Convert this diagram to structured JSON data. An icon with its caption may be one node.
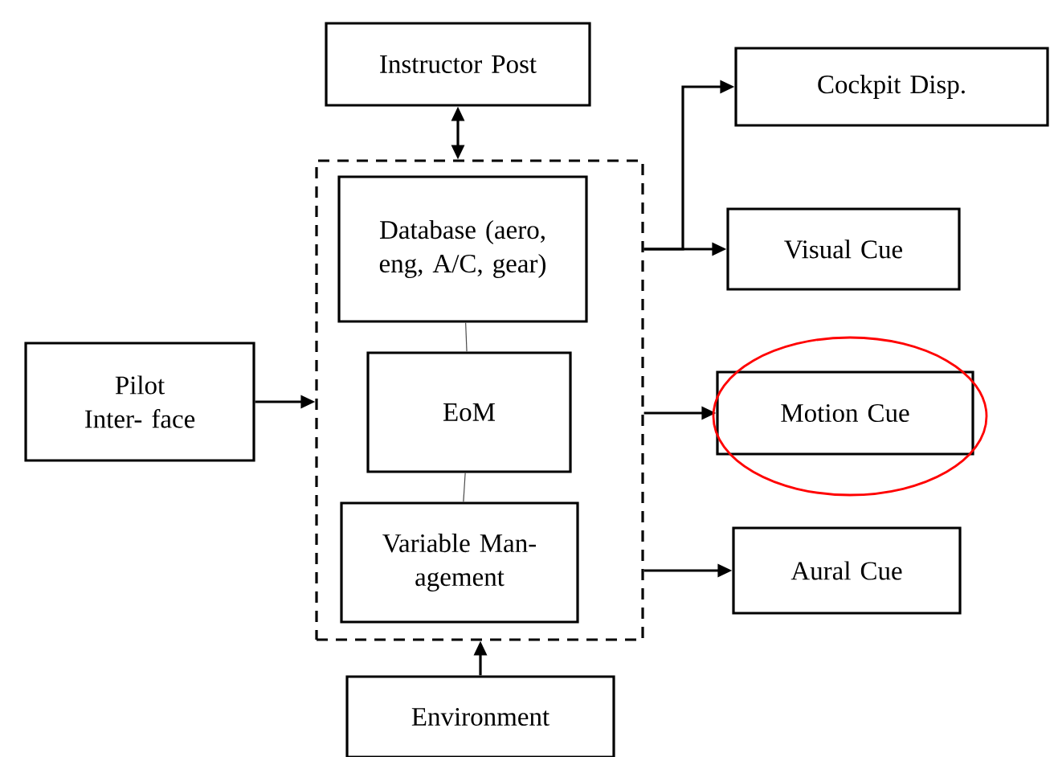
{
  "diagram": {
    "nodes": [
      {
        "text": [
          "Instructor Post"
        ]
      },
      {
        "text": [
          "Cockpit Disp."
        ]
      },
      {
        "text": [],
        "shape": "box"
      },
      {
        "text": [
          "Database (aero, eng, A/C, gear)"
        ],
        "in": 2
      },
      {
        "text": [
          "Visual Cue"
        ]
      },
      {
        "text": [
          "Pilot Inter- face"
        ]
      },
      {
        "text": [
          "EoM"
        ],
        "in": 2
      },
      {
        "text": [
          "Motion Cue"
        ]
      },
      {
        "text": [
          "Variable Man- agement"
        ],
        "in": 2
      },
      {
        "text": [
          "Aural Cue"
        ]
      },
      {
        "text": [
          "Environment"
        ]
      }
    ],
    "edges": [
      {
        "from": 0,
        "to": 2,
        "arrow": "both"
      },
      {
        "from": 2,
        "to": 1,
        "arrow": "to"
      },
      {
        "from": 2,
        "to": 4,
        "arrow": "to"
      },
      {
        "from": 5,
        "to": 2,
        "arrow": "to"
      },
      {
        "from": 3,
        "to": 6,
        "arrow": "none"
      },
      {
        "from": 6,
        "to": 8,
        "arrow": "none"
      },
      {
        "from": 2,
        "to": 7,
        "arrow": "to"
      },
      {
        "from": 2,
        "to": 9,
        "arrow": "to"
      },
      {
        "from": 10,
        "to": 2,
        "arrow": "to"
      }
    ]
  }
}
